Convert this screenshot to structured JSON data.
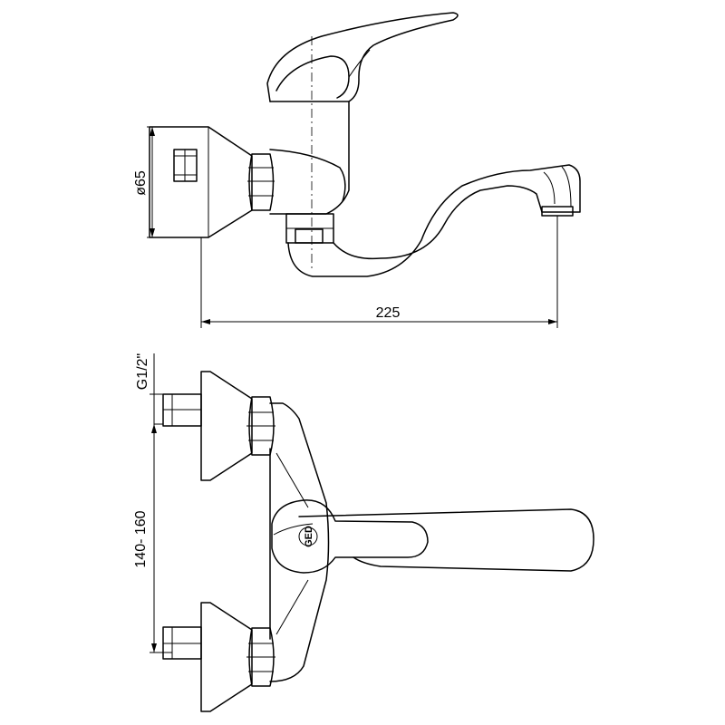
{
  "dimensions": {
    "width_length": "225",
    "flange_diameter": "ø65",
    "thread_size": "G1/2\"",
    "inlet_spacing": "140- 160"
  },
  "logo": {
    "text": "GED"
  },
  "colors": {
    "stroke": "#000000",
    "background": "#ffffff"
  }
}
